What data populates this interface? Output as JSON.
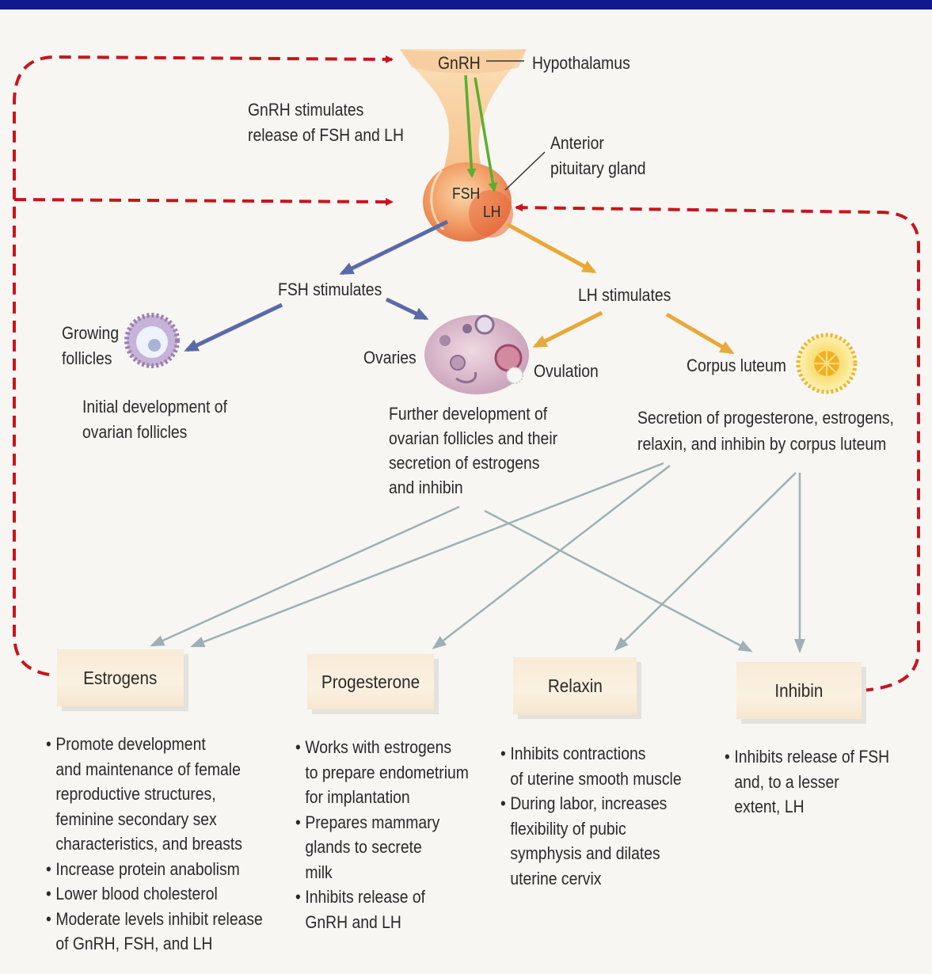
{
  "hypothalamus": {
    "hormone": "GnRH",
    "label": "Hypothalamus"
  },
  "pituitary": {
    "label_line1": "Anterior",
    "label_line2": "pituitary gland",
    "fsh": "FSH",
    "lh": "LH"
  },
  "gnrh_note": {
    "line1": "GnRH stimulates",
    "line2": "release of FSH and LH"
  },
  "fsh_stimulates": "FSH stimulates",
  "lh_stimulates": "LH stimulates",
  "growing_follicles": {
    "line1": "Growing",
    "line2": "follicles"
  },
  "initial_development": {
    "line1": "Initial development of",
    "line2": "ovarian follicles"
  },
  "ovaries": "Ovaries",
  "ovulation": "Ovulation",
  "corpus_luteum": "Corpus luteum",
  "further_development": {
    "line1": "Further development of",
    "line2": "ovarian follicles and their",
    "line3": "secretion of estrogens",
    "line4": "and inhibin"
  },
  "secretion_cl": {
    "line1": "Secretion of progesterone, estrogens,",
    "line2": "relaxin, and inhibin by corpus luteum"
  },
  "boxes": {
    "estrogens": "Estrogens",
    "progesterone": "Progesterone",
    "relaxin": "Relaxin",
    "inhibin": "Inhibin"
  },
  "effects": {
    "estrogens": [
      "Promote development",
      "and maintenance of female",
      "reproductive structures,",
      "feminine secondary sex",
      "characteristics, and breasts",
      "Increase protein anabolism",
      "Lower blood cholesterol",
      "Moderate levels inhibit release",
      "of GnRH, FSH, and LH"
    ],
    "progesterone": [
      "Works with estrogens",
      "to prepare endometrium",
      "for implantation",
      "Prepares mammary",
      "glands to secrete",
      "milk",
      "Inhibits release of",
      "GnRH and LH"
    ],
    "relaxin": [
      "Inhibits contractions",
      "of uterine smooth muscle",
      "During labor, increases",
      "flexibility of pubic",
      "symphysis and dilates",
      "uterine cervix"
    ],
    "inhibin": [
      "Inhibits release of FSH",
      "and, to a lesser",
      "extent, LH"
    ]
  },
  "colors": {
    "feedback": "#c8141e",
    "gnrh_arrow": "#5cae2e",
    "fsh_arrow": "#5a6aa8",
    "lh_arrow": "#e8a83a",
    "secretion_arrow": "#9eb0b4",
    "top_bar": "#101a8c"
  }
}
